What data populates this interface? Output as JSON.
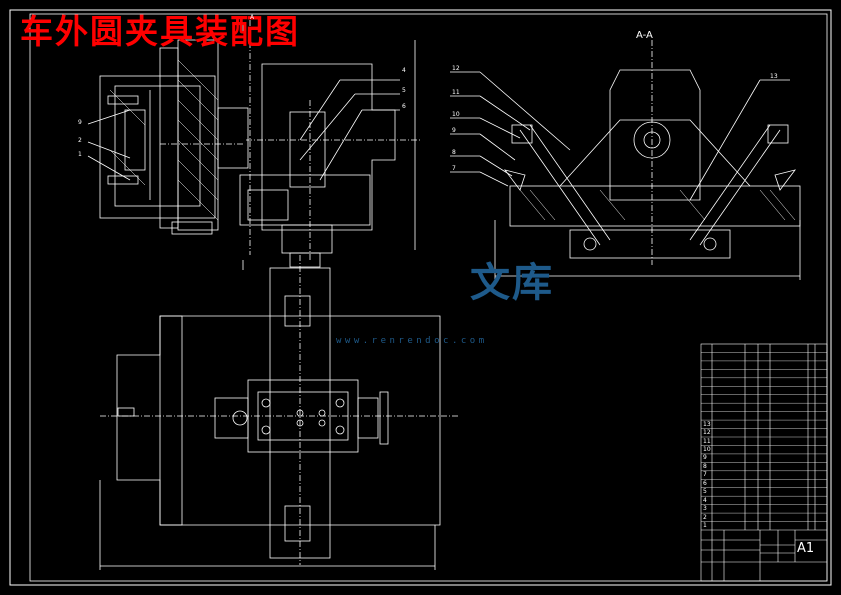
{
  "drawing": {
    "title": "车外圆夹具装配图",
    "section_label": "A-A",
    "sheet_size": "A1",
    "section_marker": "A"
  },
  "balloons_left": [
    "4",
    "5",
    "6",
    "9",
    "2",
    "1"
  ],
  "balloons_right": [
    "12",
    "11",
    "10",
    "9",
    "8",
    "7",
    "13"
  ],
  "bom_numbers": [
    "13",
    "12",
    "11",
    "10",
    "9",
    "8",
    "7",
    "6",
    "5",
    "4",
    "3",
    "2",
    "1"
  ],
  "watermark": {
    "text": "文库",
    "url": "www.renrendoc.com"
  },
  "colors": {
    "title": "#ff0000",
    "lines": "#ffffff",
    "background": "#000000",
    "watermark": "#1e5a8a"
  }
}
